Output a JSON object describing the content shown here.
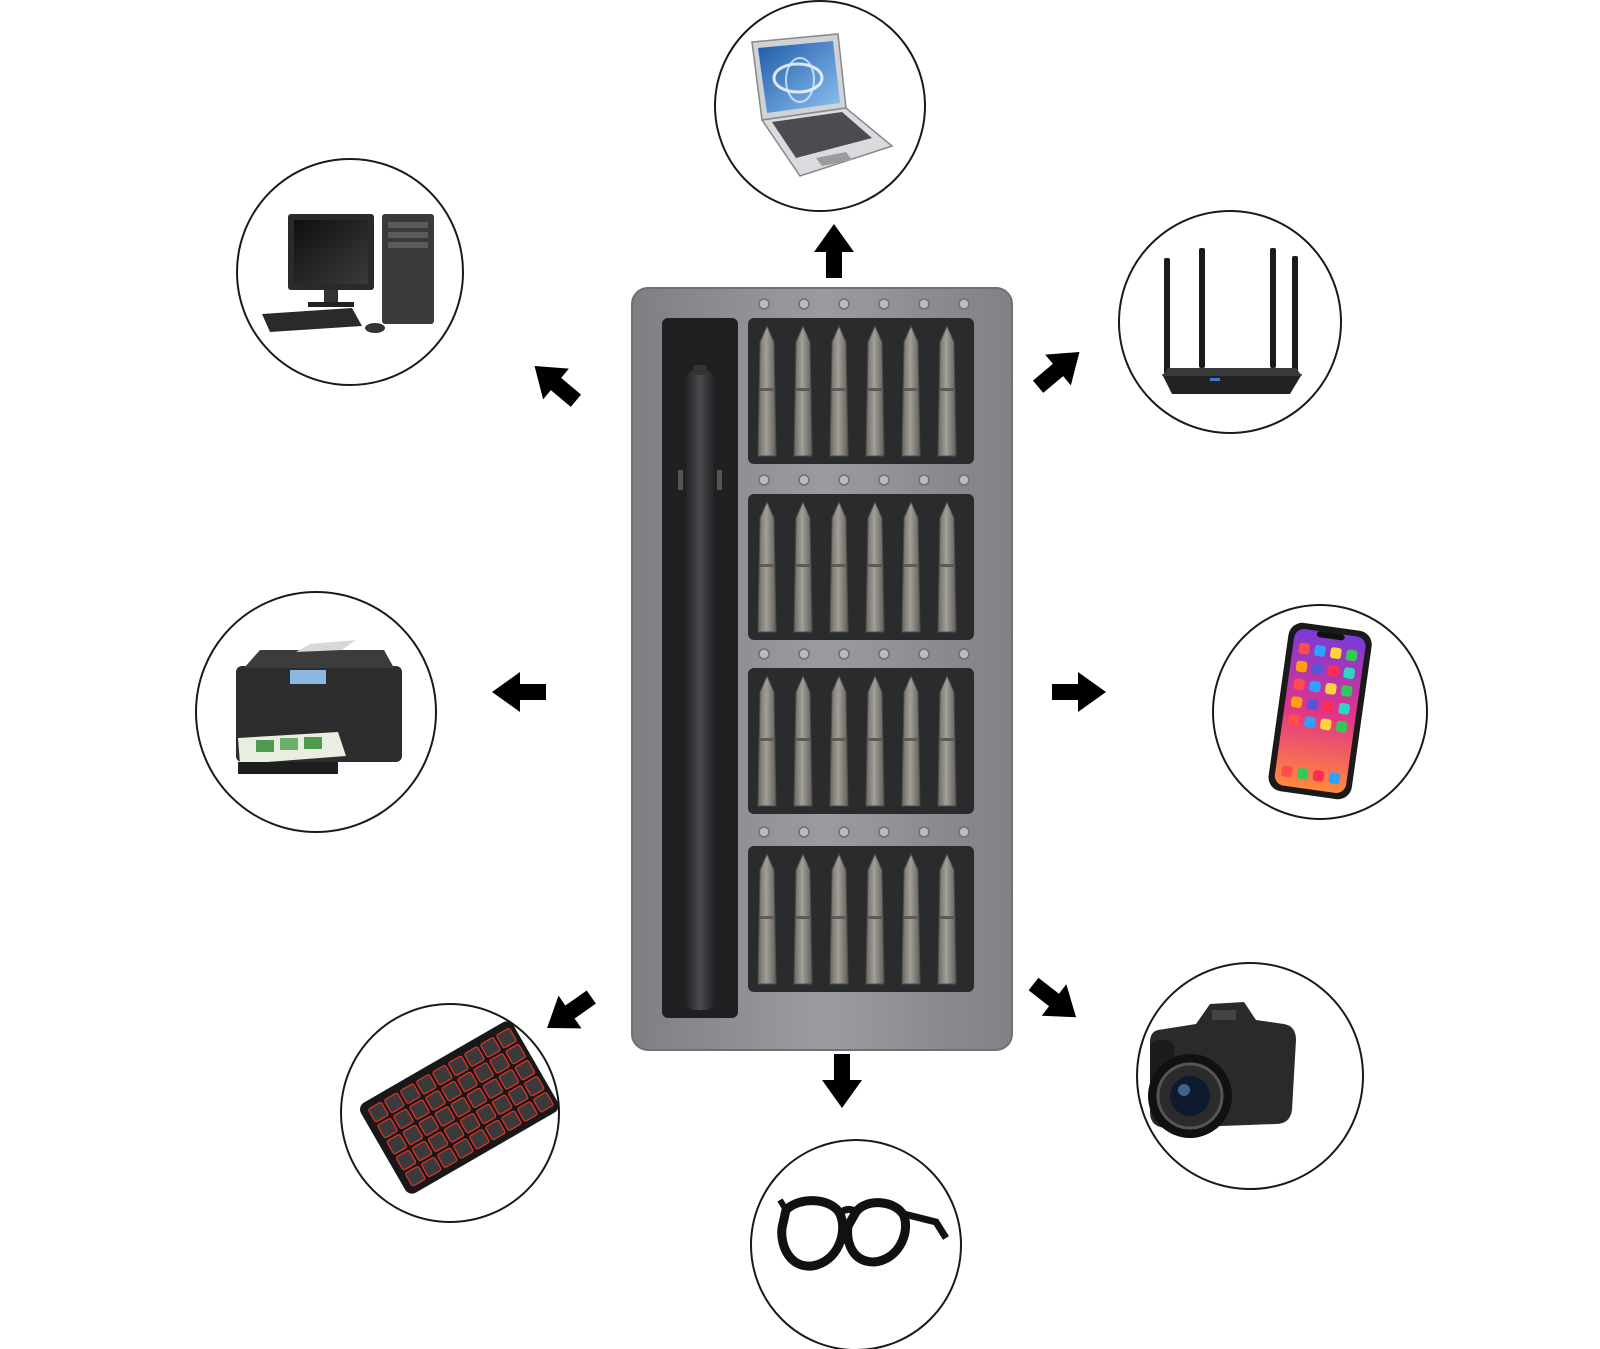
{
  "scene": {
    "center_object": "precision-screwdriver-kit-icon",
    "kit": {
      "case_color": "#8e9094",
      "tray_color": "#2a2b2d",
      "bit_color": "#8a8780",
      "driver_color": "#2b2c2e",
      "bit_rows": 4,
      "bits_per_row": 6
    },
    "arrow_color": "#000000",
    "devices": [
      {
        "name": "laptop",
        "icon": "laptop-icon"
      },
      {
        "name": "wifi-router",
        "icon": "router-icon"
      },
      {
        "name": "smartphone",
        "icon": "smartphone-icon"
      },
      {
        "name": "camera",
        "icon": "camera-icon"
      },
      {
        "name": "glasses",
        "icon": "glasses-icon"
      },
      {
        "name": "keyboard",
        "icon": "keyboard-icon"
      },
      {
        "name": "printer",
        "icon": "printer-icon"
      },
      {
        "name": "desktop-computer",
        "icon": "desktop-computer-icon"
      }
    ]
  }
}
